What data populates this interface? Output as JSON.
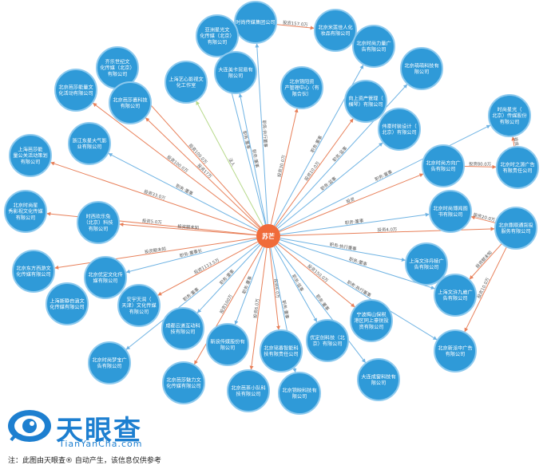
{
  "center": {
    "label": "苏芒",
    "color": "#f06b3a"
  },
  "colors": {
    "node": "#2f9ad8",
    "node_border": "#8cc9ee",
    "edge_invest": "#e8805a",
    "edge_role": "#6fb3e3",
    "edge_legal": "#b6d98a"
  },
  "nodes": [
    {
      "id": "n1",
      "lines": [
        "时尚传媒集团公司"
      ]
    },
    {
      "id": "n2",
      "lines": [
        "北京米莲佳人化",
        "妆品有限公司"
      ]
    },
    {
      "id": "n3",
      "lines": [
        "亚洲星光文",
        "化传媒（北京）",
        "有限公司"
      ]
    },
    {
      "id": "n4",
      "lines": [
        "北京时尚力量广",
        "告有限公司"
      ]
    },
    {
      "id": "n5",
      "lines": [
        "齐乐世纪文",
        "化传媒（北京）",
        "有限公司"
      ]
    },
    {
      "id": "n6",
      "lines": [
        "北京萌萌科技有",
        "限公司"
      ]
    },
    {
      "id": "n7",
      "lines": [
        "大连美卡贸易有",
        "限公司"
      ]
    },
    {
      "id": "n8",
      "lines": [
        "北京锦阳资",
        "产管理中心（有",
        "限合伙）"
      ]
    },
    {
      "id": "n9",
      "lines": [
        "上海艺心影视文",
        "化工作室"
      ]
    },
    {
      "id": "n10",
      "lines": [
        "北京芭莎能量文",
        "化活动有限公司"
      ]
    },
    {
      "id": "n11",
      "lines": [
        "北京芭莎嘉科技",
        "有限公司"
      ]
    },
    {
      "id": "n12",
      "lines": [
        "向上资产管理（",
        "横琴）有限公司"
      ]
    },
    {
      "id": "n13",
      "lines": [
        "时尚星光（",
        "北京）传媒股份",
        "有限公司"
      ]
    },
    {
      "id": "n14",
      "lines": [
        "伟豪时装设计（",
        "北京）有限公司"
      ]
    },
    {
      "id": "n15",
      "lines": [
        "浙江东星大气影",
        "业有限公司"
      ]
    },
    {
      "id": "n16",
      "lines": [
        "上海芭莎能",
        "量公关活动策划",
        "有限公司"
      ]
    },
    {
      "id": "n17",
      "lines": [
        "北京时尚方向广",
        "告有限公司"
      ]
    },
    {
      "id": "n18",
      "lines": [
        "北京时之源广告",
        "有限责任公司"
      ]
    },
    {
      "id": "n19",
      "lines": [
        "北京时尚星",
        "秀影视文化传媒",
        "有限公司"
      ]
    },
    {
      "id": "n20",
      "lines": [
        "时西欢乐兔",
        "（北京）科技",
        "有限公司"
      ]
    },
    {
      "id": "n21",
      "lines": [
        "北京时尚博闻图",
        "书有限公司"
      ]
    },
    {
      "id": "n22",
      "lines": [
        "北京鼎顺通货投",
        "服务有限公司"
      ]
    },
    {
      "id": "n23",
      "lines": [
        "北京东方西游文",
        "化传媒有限公司"
      ]
    },
    {
      "id": "n24",
      "lines": [
        "北京优定文化传",
        "媒有限公司"
      ]
    },
    {
      "id": "n25",
      "lines": [
        "上海文浒丹棱广",
        "告有限公司"
      ]
    },
    {
      "id": "n26",
      "lines": [
        "上海文浒九崴广",
        "告有限公司"
      ]
    },
    {
      "id": "n27",
      "lines": [
        "上海斯静自涵文",
        "化传媒有限公司"
      ]
    },
    {
      "id": "n28",
      "lines": [
        "安宇天润（",
        "天津）文化传媒",
        "有限公司"
      ]
    },
    {
      "id": "n29",
      "lines": [
        "成都云道互动科",
        "技有限公司"
      ]
    },
    {
      "id": "n30",
      "lines": [
        "新浪传媒股份有",
        "限公司"
      ]
    },
    {
      "id": "n31",
      "lines": [
        "北京铭香智能科",
        "技有限责任公司"
      ]
    },
    {
      "id": "n32",
      "lines": [
        "优定创科技（北",
        "京）有限公司"
      ]
    },
    {
      "id": "n33",
      "lines": [
        "宁波梅山保税",
        "港区同上豪锐投",
        "资有限公司"
      ]
    },
    {
      "id": "n34",
      "lines": [
        "北京新派中广告",
        "有限公司"
      ]
    },
    {
      "id": "n35",
      "lines": [
        "北京时尚梦宝广",
        "告有限公司"
      ]
    },
    {
      "id": "n36",
      "lines": [
        "北京芭莎魅力文",
        "化传媒有限公司"
      ]
    },
    {
      "id": "n37",
      "lines": [
        "北京芭茶小队科",
        "技有限公司"
      ]
    },
    {
      "id": "n38",
      "lines": [
        "北京锦映科技有",
        "限公司"
      ]
    },
    {
      "id": "n39",
      "lines": [
        "大连成窗科技有",
        "限公司"
      ]
    }
  ],
  "edges": [
    {
      "from": "center",
      "to": "n1",
      "kind": "role",
      "label": "职务:执行董事"
    },
    {
      "from": "n1",
      "to": "n2",
      "kind": "invest",
      "label": "投资157.0万"
    },
    {
      "from": "center",
      "to": "n3",
      "kind": "role",
      "label": "职务:董事"
    },
    {
      "from": "center",
      "to": "n4",
      "kind": "role",
      "label": "职务:董事"
    },
    {
      "from": "center",
      "to": "n5",
      "kind": "invest",
      "label": "投资100.0万"
    },
    {
      "from": "center",
      "to": "n6",
      "kind": "role",
      "label": "职务:监事"
    },
    {
      "from": "center",
      "to": "n7",
      "kind": "role",
      "label": "职务:董事"
    },
    {
      "from": "center",
      "to": "n8",
      "kind": "invest",
      "label": "投资30.0万"
    },
    {
      "from": "center",
      "to": "n9",
      "kind": "legal",
      "label": "法人"
    },
    {
      "from": "center",
      "to": "n10",
      "kind": "invest",
      "label": "投资100.0万"
    },
    {
      "from": "center",
      "to": "n11",
      "kind": "invest",
      "label": "投资17万"
    },
    {
      "from": "center",
      "to": "n12",
      "kind": "invest",
      "label": "投资10.0万"
    },
    {
      "from": "n18",
      "to": "n13",
      "kind": "invest",
      "label": "投资"
    },
    {
      "from": "center",
      "to": "n14",
      "kind": "role",
      "label": "职务:监事"
    },
    {
      "from": "center",
      "to": "n15",
      "kind": "role",
      "label": "职务:董事"
    },
    {
      "from": "center",
      "to": "n16",
      "kind": "invest",
      "label": "投资33.0万"
    },
    {
      "from": "center",
      "to": "n17",
      "kind": "invest",
      "label": "投资"
    },
    {
      "from": "n17",
      "to": "n18",
      "kind": "invest",
      "label": "投资80.0万"
    },
    {
      "from": "center",
      "to": "n19",
      "kind": "invest",
      "label": "投资5.0万"
    },
    {
      "from": "center",
      "to": "n20",
      "kind": "invest",
      "label": "投资额未知"
    },
    {
      "from": "center",
      "to": "n21",
      "kind": "role",
      "label": "职务:董事"
    },
    {
      "from": "center",
      "to": "n22",
      "kind": "invest",
      "label": "投资4.0万"
    },
    {
      "from": "n22",
      "to": "n21",
      "kind": "invest",
      "label": "投资20.0万"
    },
    {
      "from": "center",
      "to": "n23",
      "kind": "invest",
      "label": "投资额未知"
    },
    {
      "from": "center",
      "to": "n24",
      "kind": "role",
      "label": "职务:董事长"
    },
    {
      "from": "center",
      "to": "n25",
      "kind": "role",
      "label": "职务:执行董事"
    },
    {
      "from": "n22",
      "to": "n26",
      "kind": "invest",
      "label": "投资额未知"
    },
    {
      "from": "center",
      "to": "n28",
      "kind": "invest",
      "label": "投资1113.5万"
    },
    {
      "from": "center",
      "to": "n29",
      "kind": "role",
      "label": "职务:董事"
    },
    {
      "from": "center",
      "to": "n30",
      "kind": "role",
      "label": "职务:董事"
    },
    {
      "from": "center",
      "to": "n31",
      "kind": "invest",
      "label": "投资6.0万"
    },
    {
      "from": "center",
      "to": "n32",
      "kind": "role",
      "label": "职务:监事"
    },
    {
      "from": "center",
      "to": "n33",
      "kind": "invest",
      "label": "投资150.0万"
    },
    {
      "from": "n22",
      "to": "n34",
      "kind": "invest",
      "label": "投资10.0万"
    },
    {
      "from": "center",
      "to": "n34",
      "kind": "role",
      "label": "职务:执行董事"
    },
    {
      "from": "center",
      "to": "n35",
      "kind": "role",
      "label": "职务:董事"
    },
    {
      "from": "center",
      "to": "n36",
      "kind": "invest",
      "label": "投资100万"
    },
    {
      "from": "center",
      "to": "n37",
      "kind": "invest",
      "label": "投资6.0万"
    },
    {
      "from": "center",
      "to": "n38",
      "kind": "role",
      "label": "职务:董事"
    },
    {
      "from": "center",
      "to": "n39",
      "kind": "role",
      "label": "职务:董事"
    },
    {
      "from": "center",
      "to": "n13",
      "kind": "role",
      "label": "职务:董事"
    },
    {
      "from": "center",
      "to": "n26",
      "kind": "role",
      "label": "职务:董事"
    }
  ],
  "brand": {
    "name": "天眼查",
    "url": "TianYanCha.com"
  },
  "footnote": "注：此图由天眼查® 自动产生，该信息仅供参考"
}
